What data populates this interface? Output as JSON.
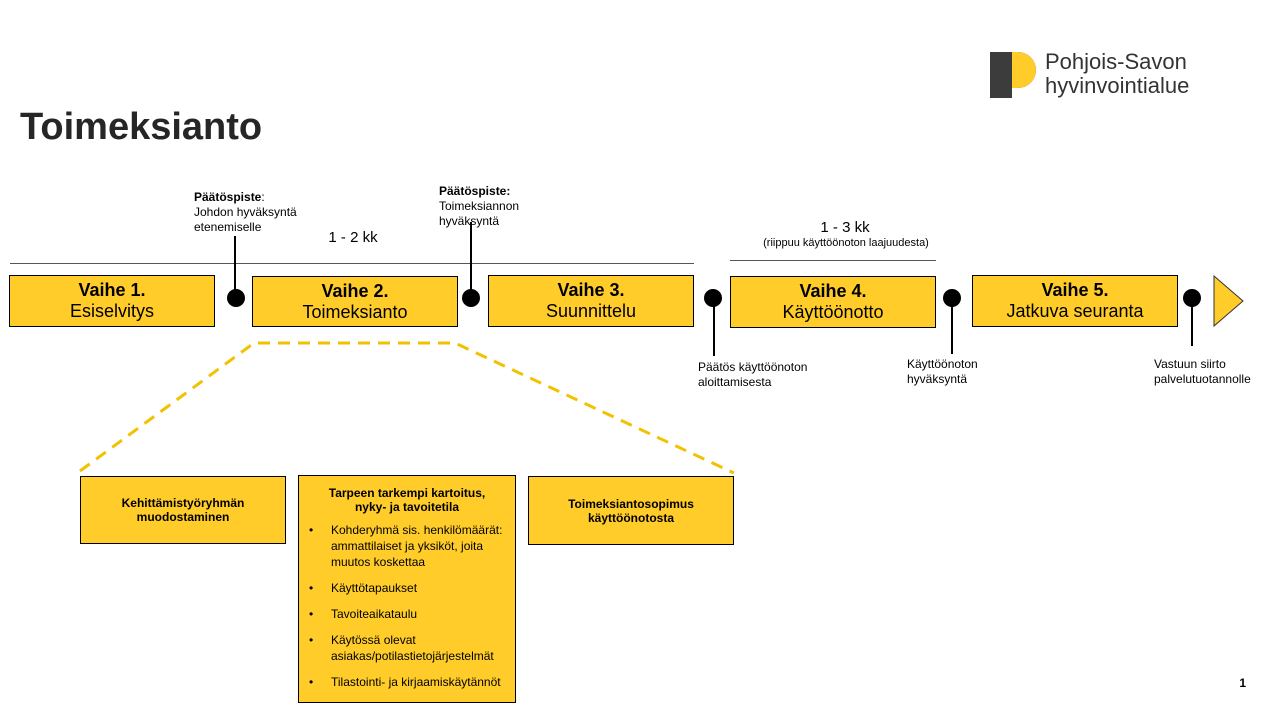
{
  "title": "Toimeksianto",
  "logo": {
    "line1": "Pohjois-Savon",
    "line2": "hyvinvointialue"
  },
  "stages": [
    {
      "name": "Vaihe 1.",
      "label": "Esiselvitys"
    },
    {
      "name": "Vaihe 2.",
      "label": "Toimeksianto"
    },
    {
      "name": "Vaihe 3.",
      "label": "Suunnittelu"
    },
    {
      "name": "Vaihe 4.",
      "label": "Käyttöönotto"
    },
    {
      "name": "Vaihe 5.",
      "label": "Jatkuva seuranta"
    }
  ],
  "durations": {
    "d1": "1 - 2 kk",
    "d2": "1 - 3 kk",
    "d2_note": "(riippuu käyttöönoton laajuudesta)"
  },
  "decision_points": {
    "dp1_title": "Päätöspiste",
    "dp1_colon": ":",
    "dp1_line1": "Johdon hyväksyntä",
    "dp1_line2": "etenemiselle",
    "dp2_title": "Päätöspiste:",
    "dp2_line1": "Toimeksiannon",
    "dp2_line2": "hyväksyntä",
    "dp3_line1": "Päätös käyttöönoton",
    "dp3_line2": "aloittamisesta",
    "dp4_line1": "Käyttöönoton",
    "dp4_line2": "hyväksyntä",
    "dp5_line1": "Vastuun siirto",
    "dp5_line2": "palvelutuotannolle"
  },
  "boxes": {
    "box1": "Kehittämistyöryhmän muodostaminen",
    "box2_title": "Tarpeen tarkempi kartoitus, nyky- ja tavoitetila",
    "box2_items": [
      "Kohderyhmä sis. henkilömäärät: ammattilaiset ja yksiköt, joita muutos koskettaa",
      "Käyttötapaukset",
      "Tavoiteaikataulu",
      "Käytössä olevat asiakas/potilastietojärjestelmät",
      "Tilastointi- ja kirjaamiskäytännöt"
    ],
    "box3": "Toimeksiantosopimus käyttöönotosta"
  },
  "page_number": "1",
  "colors": {
    "stage_fill": "#FFCC29",
    "dashed": "#F2C200",
    "logo_yellow": "#FFCC29",
    "logo_dark": "#3C3C3C"
  }
}
